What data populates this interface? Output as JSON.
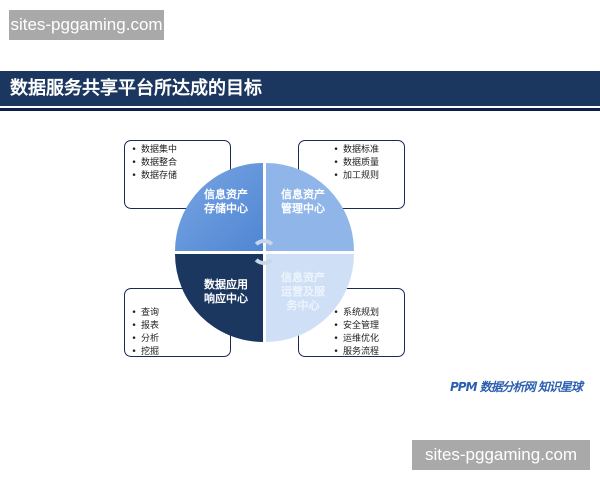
{
  "watermark_top": "sites-pggaming.com",
  "watermark_bottom": "sites-pggaming.com",
  "title": "数据服务共享平台所达成的目标",
  "quadrants": {
    "top_left": "信息资产存储中心",
    "top_right": "信息资产管理中心",
    "bottom_left": "数据应用响应中心",
    "bottom_right": "信息资产运营及服务中心"
  },
  "boxes": {
    "top_left": [
      "数据集中",
      "数据整合",
      "数据存储"
    ],
    "top_right": [
      "数据标准",
      "数据质量",
      "加工规则"
    ],
    "bottom_left": [
      "查询",
      "报表",
      "分析",
      "挖掘"
    ],
    "bottom_right": [
      "系统规划",
      "安全管理",
      "运维优化",
      "服务流程"
    ]
  },
  "logo": "PPM 数据分析网 知识星球",
  "colors": {
    "title_bar": "#1b365f",
    "q_tl": "#5b8fd6",
    "q_tr": "#8fb5e9",
    "q_bl": "#1b365f",
    "q_br": "#cfe0f6"
  }
}
